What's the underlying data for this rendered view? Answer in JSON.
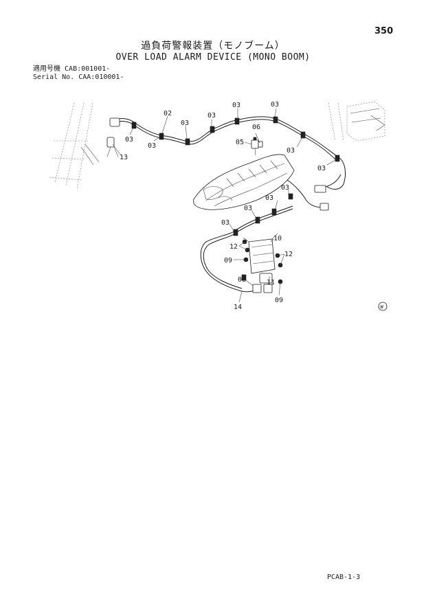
{
  "header": {
    "page_number": "350",
    "title_jp": "過負荷警報装置（モノブーム）",
    "title_en": "OVER LOAD ALARM DEVICE (MONO BOOM)"
  },
  "serial": {
    "line1_label": "適用号機",
    "line1_value": "CAB:001001-",
    "line2_label": "Serial No.",
    "line2_value": "CAA:010001-"
  },
  "callouts": {
    "c02": "02",
    "c03": "03",
    "c05": "05",
    "c06": "06",
    "c08": "08",
    "c09": "09",
    "c10": "10",
    "c11": "11",
    "c12": "12",
    "c13": "13",
    "c14": "14"
  },
  "footer": {
    "code": "PCAB-1-3",
    "w_mark": "W"
  }
}
